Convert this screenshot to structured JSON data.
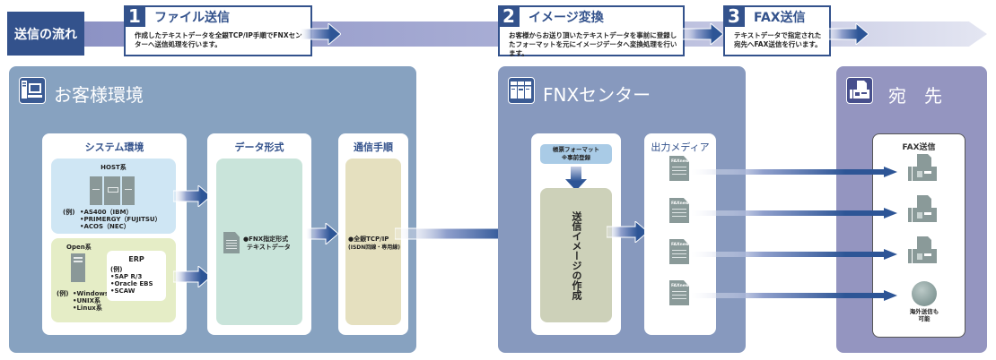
{
  "flow": {
    "title": "送信の流れ",
    "steps": [
      {
        "number": "1",
        "title": "ファイル送信",
        "description": "作成したテキストデータを全銀TCP/IP手順でFNXセンターへ送信処理を行います。"
      },
      {
        "number": "2",
        "title": "イメージ変換",
        "description": "お客様からお送り頂いたテキストデータを事前に登録したフォーマットを元にイメージデータへ変換処理を行います。"
      },
      {
        "number": "3",
        "title": "FAX送信",
        "description": "テキストデータで指定された宛先へFAX送信を行います。"
      }
    ]
  },
  "customer": {
    "title": "お客様環境",
    "icon": "computer-icon",
    "system": {
      "title": "システム環境",
      "host": {
        "title": "HOST系",
        "example_label": "(例)",
        "items": [
          "•AS400（IBM）",
          "•PRIMERGY（FUJITSU）",
          "•ACOS（NEC）"
        ]
      },
      "open": {
        "title": "Open系",
        "example_label": "(例)",
        "items": [
          "•Windows系",
          "•UNIX系",
          "•Linux系"
        ],
        "erp": {
          "title": "ERP",
          "example_label": "(例)",
          "items": [
            "•SAP R/3",
            "•Oracle EBS",
            "•SCAW"
          ]
        }
      }
    },
    "data_format": {
      "title": "データ形式",
      "text_line1": "●FNX指定形式",
      "text_line2": "テキストデータ"
    },
    "protocol": {
      "title": "通信手順",
      "text_line1": "●全銀TCP/IP",
      "text_line2": "(ISDN回線・専用線)"
    }
  },
  "fnx": {
    "title": "FNXセンター",
    "icon": "server-icon",
    "format_box": {
      "line1": "帳票フォーマット",
      "line2": "※事前登録"
    },
    "image_creation": "送信イメージの作成",
    "output_media": {
      "title": "出力メディア",
      "doc_label": "FAXnews",
      "count": 4
    }
  },
  "destination": {
    "title": "宛　先",
    "icon": "fax-machine-icon",
    "fax_card": {
      "title": "FAX送信",
      "overseas_line1": "海外送信も",
      "overseas_line2": "可能"
    }
  },
  "colors": {
    "navy": "#33528c",
    "arrow": "#2d5596",
    "customer_panel": "#87a2c0",
    "fnx_panel": "#8799be",
    "destination_panel": "#9495c0",
    "host_box": "#cfe6f4",
    "open_box": "#e5edc6",
    "data_box": "#c9e4da",
    "protocol_box": "#e5e0bf",
    "image_box": "#cdd1b9",
    "format_box": "#a9cbe6"
  }
}
